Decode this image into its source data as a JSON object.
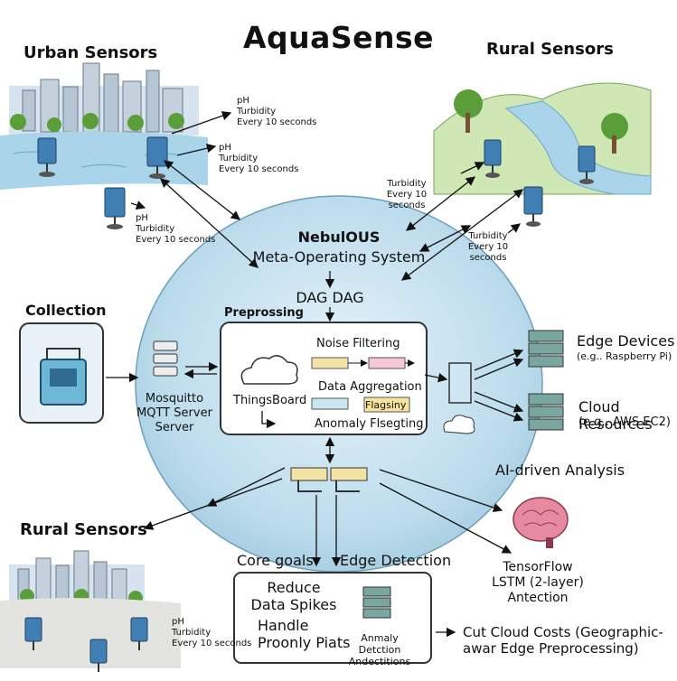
{
  "title": "AquaSense",
  "urban_sensors": {
    "heading": "Urban Sensors",
    "sensor_a": {
      "line1": "pH",
      "line2": "Turbidity",
      "line3": "Every 10 seconds"
    },
    "sensor_b": {
      "line1": "pH",
      "line2": "Turbidity",
      "line3": "Every 10 seconds"
    },
    "sensor_c": {
      "line1": "pH",
      "line2": "Turbidity",
      "line3": "Every 10 seconds"
    }
  },
  "rural_sensors_top": {
    "heading": "Rural Sensors",
    "sensor_a": {
      "line1": "Turbidity",
      "line2": "Every 10 seconds"
    },
    "sensor_b": {
      "line1": "Turbidity",
      "line2": "Every 10 seconds"
    }
  },
  "nebulous": {
    "name": "NebulOUS",
    "subtitle": "Meta-Operating System",
    "dag": "DAG DAG",
    "preprocessing": "Preprossing",
    "noise_filtering": "Noise Filtering",
    "data_aggregation": "Data Aggregation",
    "flag_label": "Flagsiny",
    "anomaly_flagging": "Anomaly Flsegting",
    "thingsboard": "ThingsBoard"
  },
  "collection": {
    "heading": "Collection",
    "mqtt_line1": "Mosquitto",
    "mqtt_line2": "MQTT Server",
    "mqtt_line3": "Server"
  },
  "edge_devices": {
    "title": "Edge Devices",
    "subtitle": "(e.g.. Raspberry Pi)"
  },
  "cloud_resources": {
    "title": "Cloud Resources",
    "subtitle": "(e.g.. AWS EC2)"
  },
  "ai_analysis": {
    "heading": "AI-driven Analysis",
    "line1": "TensorFlow",
    "line2": "LSTM (2-layer)",
    "line3": "Antection"
  },
  "rural_sensors_bottom": {
    "heading": "Rural Sensors",
    "sensor": {
      "line1": "pH",
      "line2": "Turbidity",
      "line3": "Every 10 seconds"
    }
  },
  "core_goals": {
    "heading": "Core goals",
    "edge_detection": "Edge Detection",
    "goal1_line1": "Reduce",
    "goal1_line2": "Data Spikes",
    "goal2_line1": "Handle",
    "goal2_line2": "Proonly Piats",
    "anomaly_line1": "Anmaly",
    "anomaly_line2": "Detction",
    "anomaly_line3": "Andectitions"
  },
  "cut_costs": {
    "line1": "Cut Cloud Costs (Geographic-",
    "line2": "awar Edge Preprocessing)"
  },
  "colors": {
    "bubble": "#bfe0ef",
    "water": "#a9d4ea",
    "sensor": "#3f7fb4",
    "server": "#7aa6a0",
    "brain": "#e58aa0",
    "tree": "#5a9e3a"
  }
}
